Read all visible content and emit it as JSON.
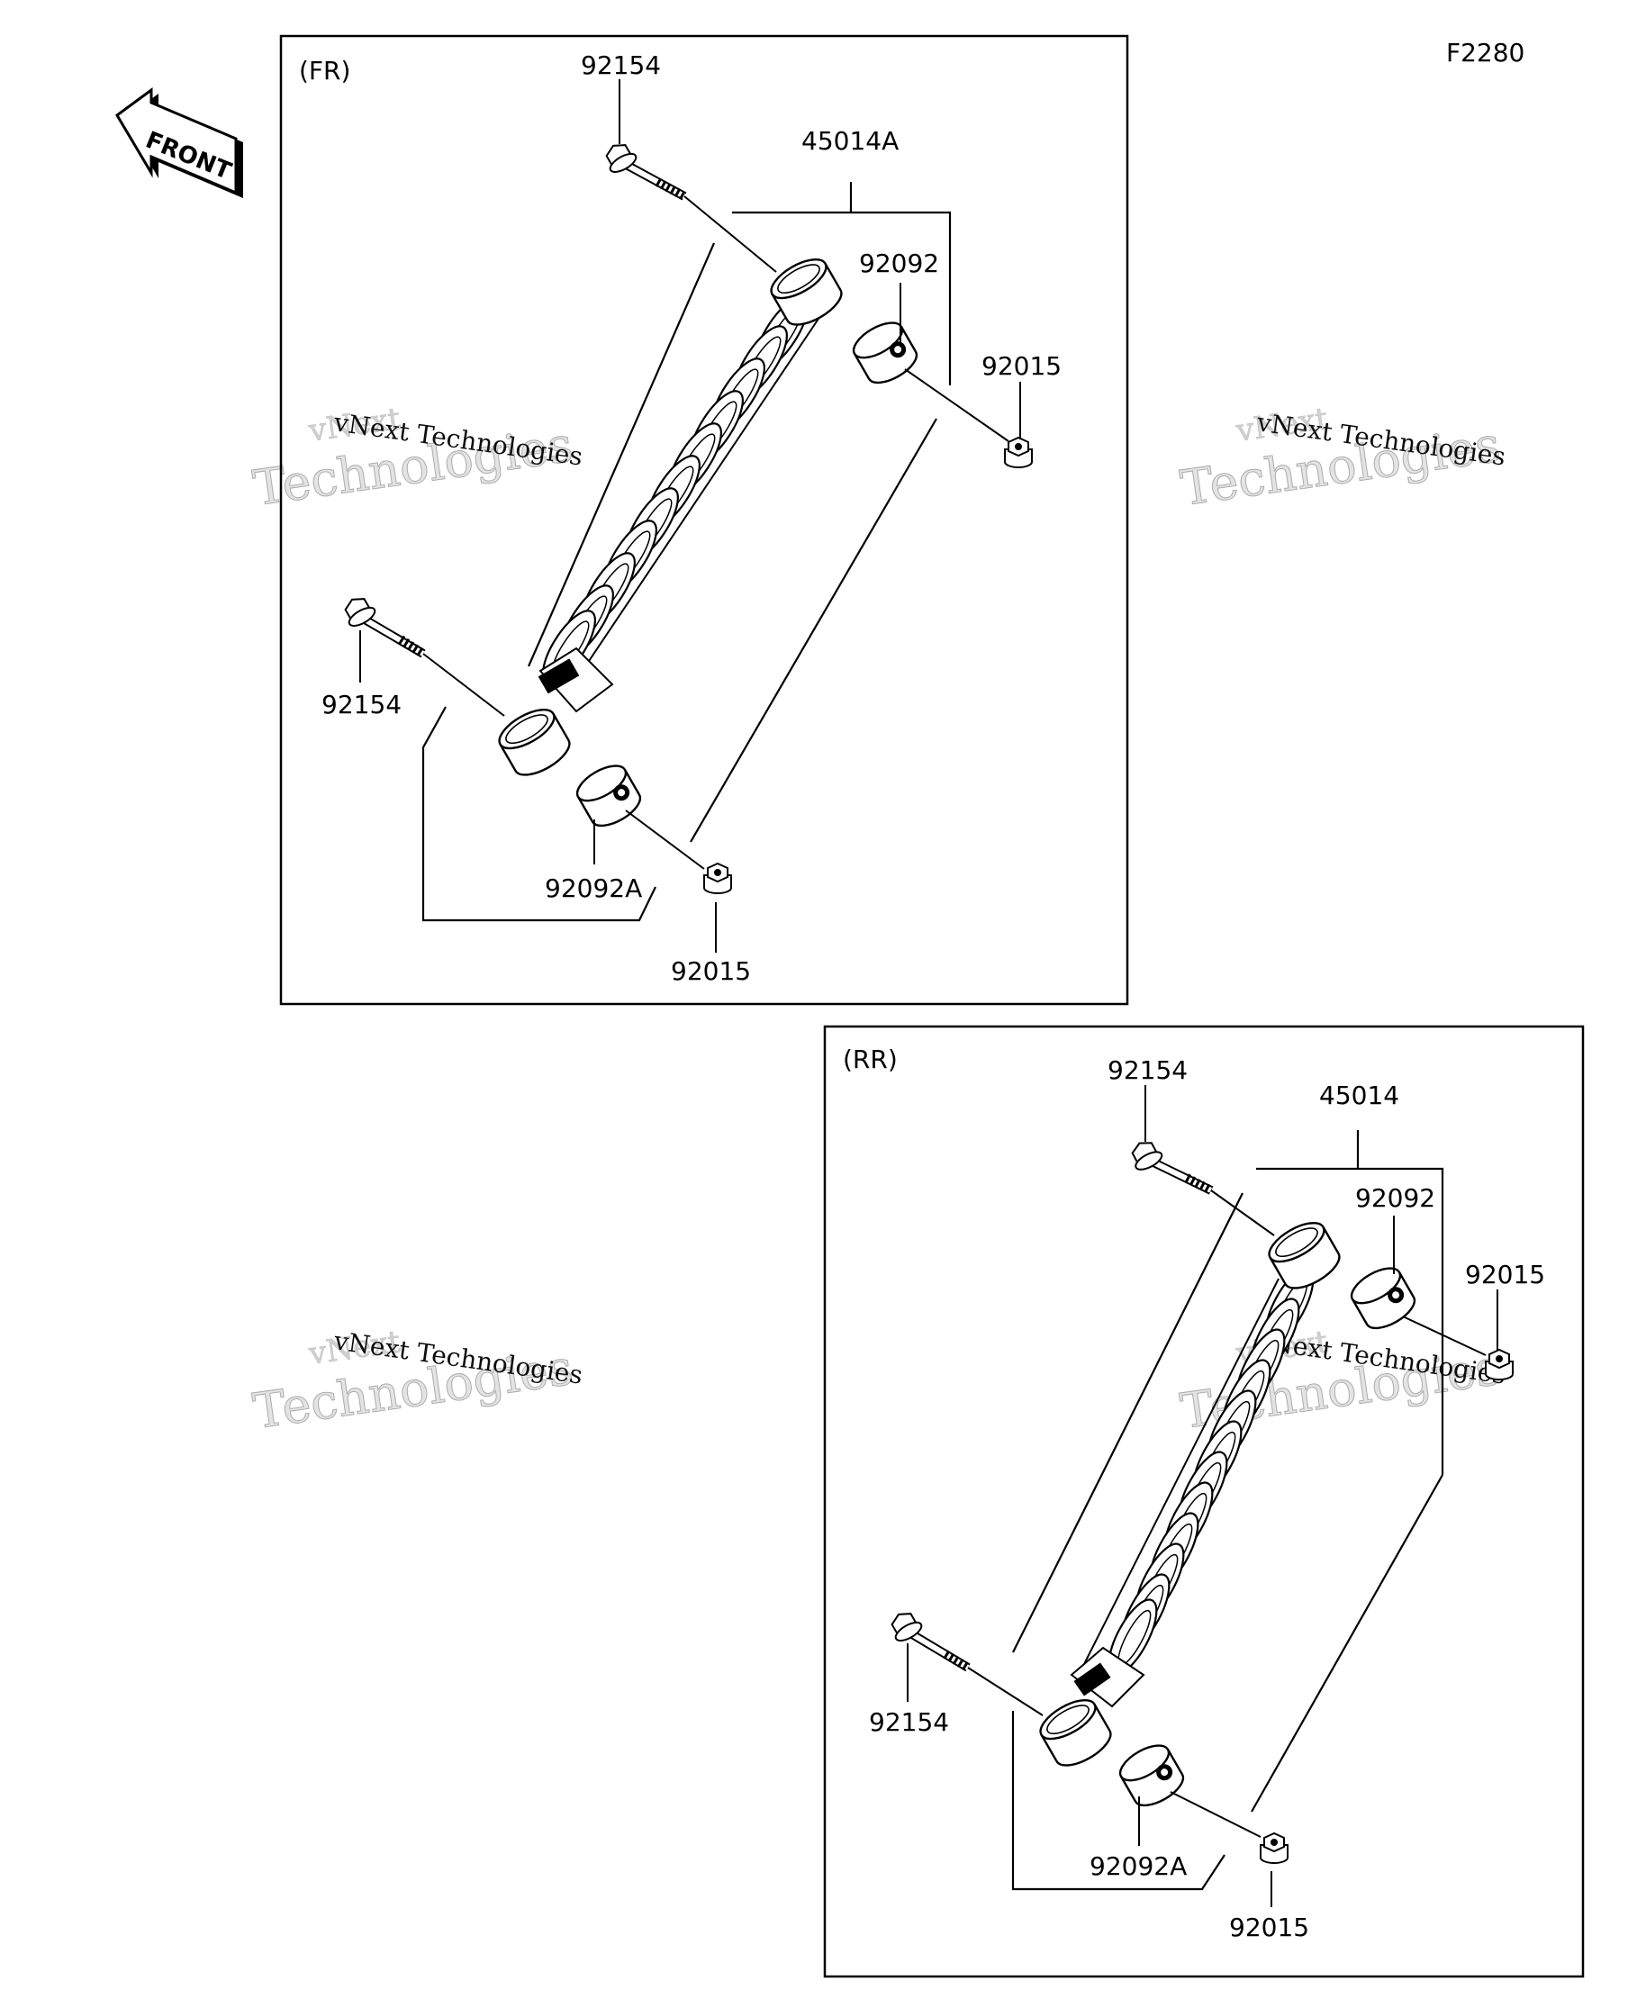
{
  "figure_code": "F2280",
  "front_arrow": {
    "text": "FRONT",
    "icon": "front-arrow-icon"
  },
  "watermark": {
    "line1": "vNext Technologies",
    "line2a": "vNext",
    "line2b": "Technologies"
  },
  "panels": [
    {
      "id": "fr",
      "tag": "(FR)",
      "assembly": "45014A",
      "labels": {
        "bolt_top": "92154",
        "bushing_top": "92092",
        "nut_top": "92015",
        "bolt_bottom": "92154",
        "bushing_bottom": "92092A",
        "nut_bottom": "92015"
      }
    },
    {
      "id": "rr",
      "tag": "(RR)",
      "assembly": "45014",
      "labels": {
        "bolt_top": "92154",
        "bushing_top": "92092",
        "nut_top": "92015",
        "bolt_bottom": "92154",
        "bushing_bottom": "92092A",
        "nut_bottom": "92015"
      }
    }
  ],
  "colors": {
    "line": "#000000",
    "background": "#ffffff",
    "watermark": "#d9d9d9"
  }
}
